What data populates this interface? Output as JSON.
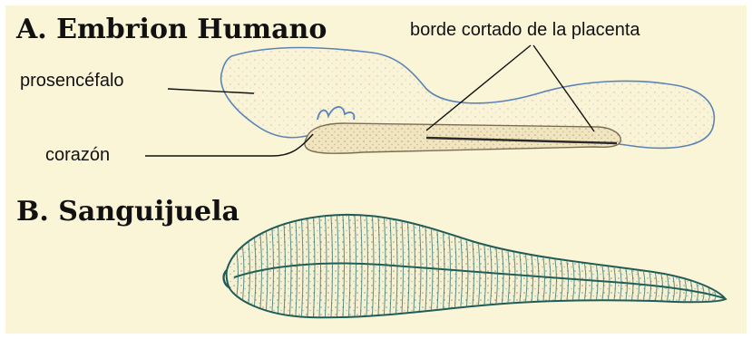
{
  "colors": {
    "background": "#ffffff",
    "panel": "#fbf5d8",
    "embryo_outline": "#5b83b6",
    "embryo_fill": "#faf3d6",
    "placenta_fill": "#f1e5bf",
    "placenta_shade": "#7a6d55",
    "leech_outline": "#1f5c58",
    "leech_fill": "#f7f1d4"
  },
  "section_a": {
    "title": "A. Embrion Humano",
    "labels": {
      "prosencefalo": "prosencéfalo",
      "corazon": "corazón",
      "placenta": "borde cortado de la placenta"
    }
  },
  "section_b": {
    "title": "B. Sanguijuela"
  }
}
